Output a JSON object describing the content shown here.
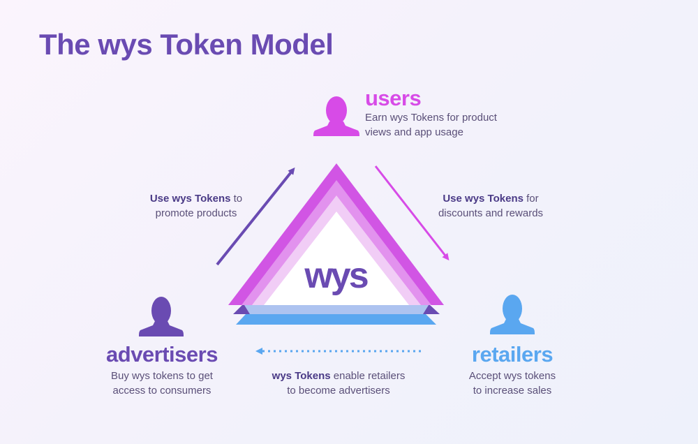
{
  "title": "The wys Token Model",
  "colors": {
    "title": "#6a4bb2",
    "users": "#d74be7",
    "advertisers": "#6a4bb2",
    "retailers": "#5aa7f0",
    "text": "#5a4f78",
    "bold_text": "#4a3a86"
  },
  "center_logo": "wys",
  "users": {
    "name": "users",
    "icon": "user-icon",
    "desc_line1": "Earn wys Tokens for product",
    "desc_line2": "views and app usage"
  },
  "advertisers": {
    "name": "advertisers",
    "icon": "user-icon",
    "desc_line1": "Buy wys tokens to get",
    "desc_line2": "access to consumers"
  },
  "retailers": {
    "name": "retailers",
    "icon": "user-icon",
    "desc_line1": "Accept wys tokens",
    "desc_line2": "to increase sales"
  },
  "flows": {
    "adv_to_users": {
      "bold": "Use wys Tokens",
      "rest": " to",
      "line2": "promote products"
    },
    "users_to_retailers": {
      "bold": "Use wys Tokens",
      "rest": " for",
      "line2": "discounts and rewards"
    },
    "retailers_to_adv": {
      "bold": "wys Tokens",
      "rest": " enable retailers",
      "line2": "to become advertisers"
    }
  }
}
